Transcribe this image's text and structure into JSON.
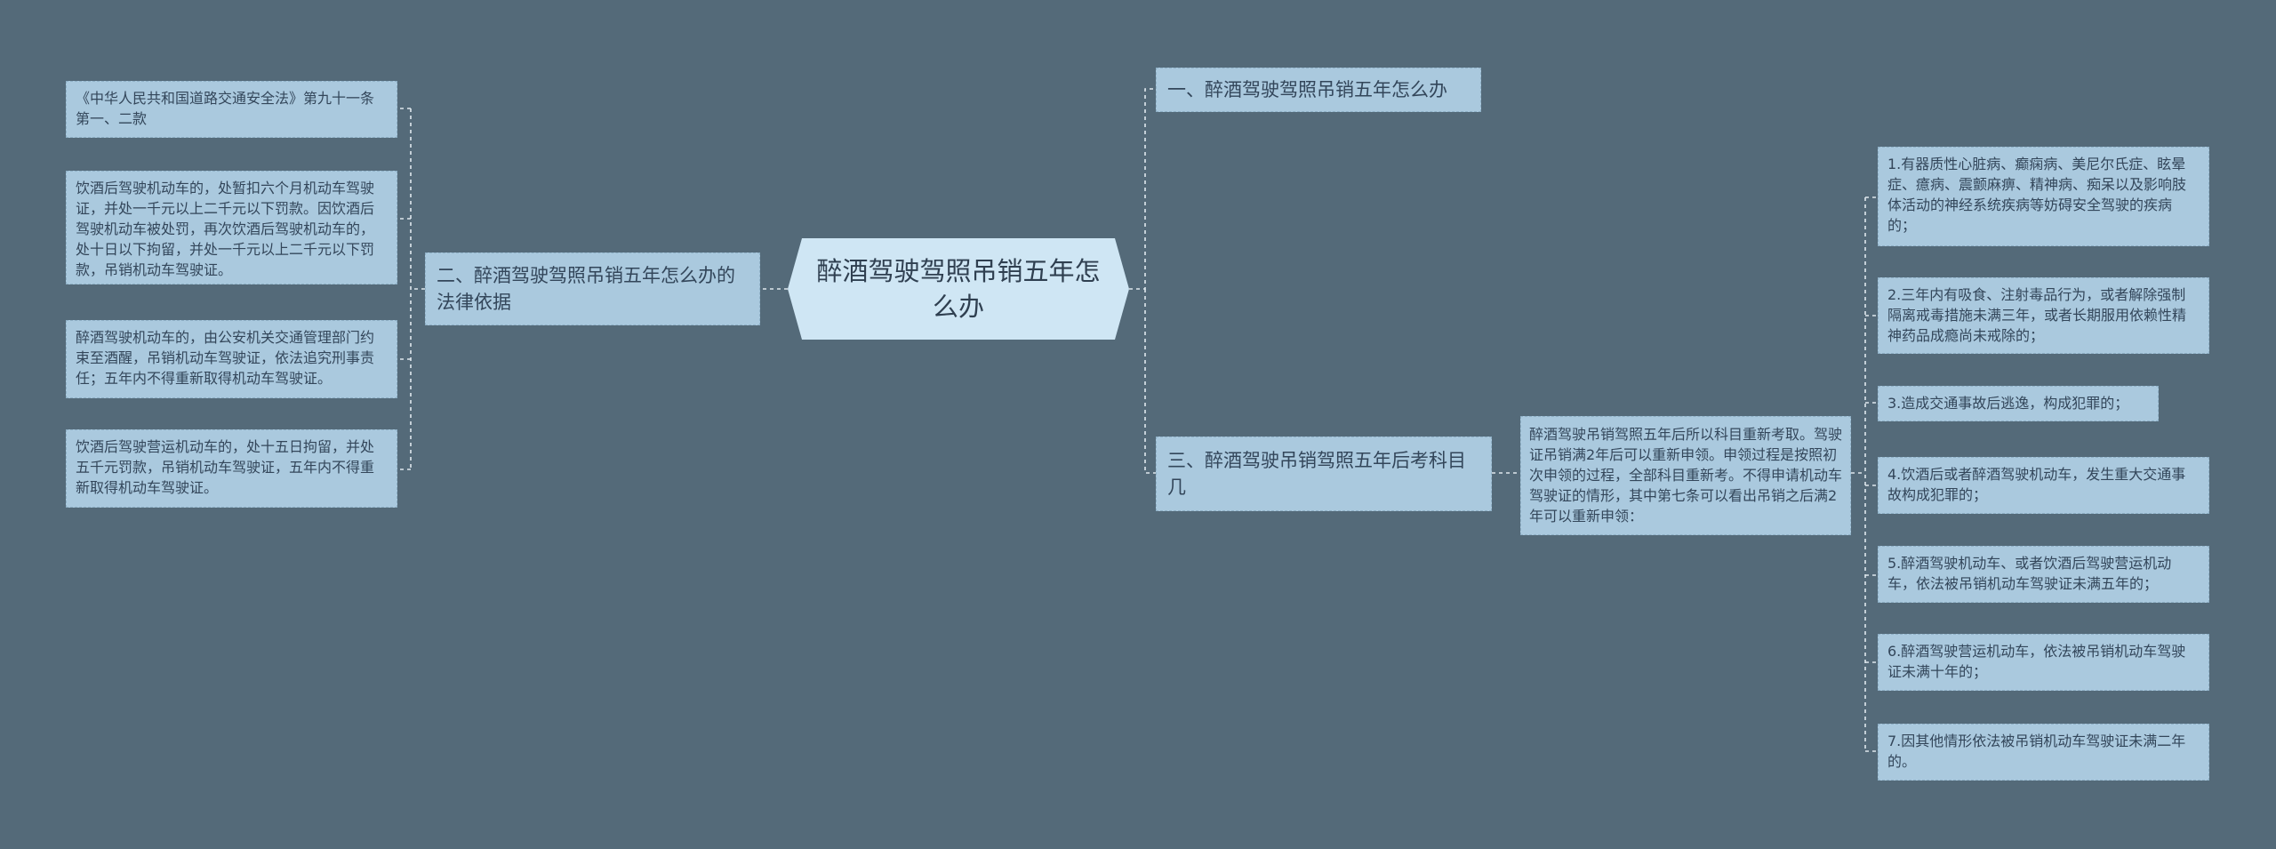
{
  "root": {
    "title": "醉酒驾驶驾照吊销五年怎么办"
  },
  "branches": [
    {
      "title": "一、醉酒驾驶驾照吊销五年怎么办"
    },
    {
      "title": "二、醉酒驾驶驾照吊销五年怎么办的法律依据"
    },
    {
      "title": "三、醉酒驾驶吊销驾照五年后考科目几"
    }
  ],
  "left_leaves": [
    {
      "text": "《中华人民共和国道路交通安全法》第九十一条第一、二款"
    },
    {
      "text": "饮酒后驾驶机动车的，处暂扣六个月机动车驾驶证，并处一千元以上二千元以下罚款。因饮酒后驾驶机动车被处罚，再次饮酒后驾驶机动车的，处十日以下拘留，并处一千元以上二千元以下罚款，吊销机动车驾驶证。"
    },
    {
      "text": "醉酒驾驶机动车的，由公安机关交通管理部门约束至酒醒，吊销机动车驾驶证，依法追究刑事责任；五年内不得重新取得机动车驾驶证。"
    },
    {
      "text": "饮酒后驾驶营运机动车的，处十五日拘留，并处五千元罚款，吊销机动车驾驶证，五年内不得重新取得机动车驾驶证。"
    }
  ],
  "middle": {
    "text": "醉酒驾驶吊销驾照五年后所以科目重新考取。驾驶证吊销满2年后可以重新申领。申领过程是按照初次申领的过程，全部科目重新考。不得申请机动车驾驶证的情形，其中第七条可以看出吊销之后满2年可以重新申领："
  },
  "right_leaves": [
    {
      "text": "1.有器质性心脏病、癫痫病、美尼尔氏症、眩晕症、癔病、震颤麻痹、精神病、痴呆以及影响肢体活动的神经系统疾病等妨碍安全驾驶的疾病的；"
    },
    {
      "text": "2.三年内有吸食、注射毒品行为，或者解除强制隔离戒毒措施未满三年，或者长期服用依赖性精神药品成瘾尚未戒除的；"
    },
    {
      "text": "3.造成交通事故后逃逸，构成犯罪的；"
    },
    {
      "text": "4.饮酒后或者醉酒驾驶机动车，发生重大交通事故构成犯罪的；"
    },
    {
      "text": "5.醉酒驾驶机动车、或者饮酒后驾驶营运机动车，依法被吊销机动车驾驶证未满五年的；"
    },
    {
      "text": "6.醉酒驾驶营运机动车，依法被吊销机动车驾驶证未满十年的；"
    },
    {
      "text": "7.因其他情形依法被吊销机动车驾驶证未满二年的。"
    }
  ]
}
